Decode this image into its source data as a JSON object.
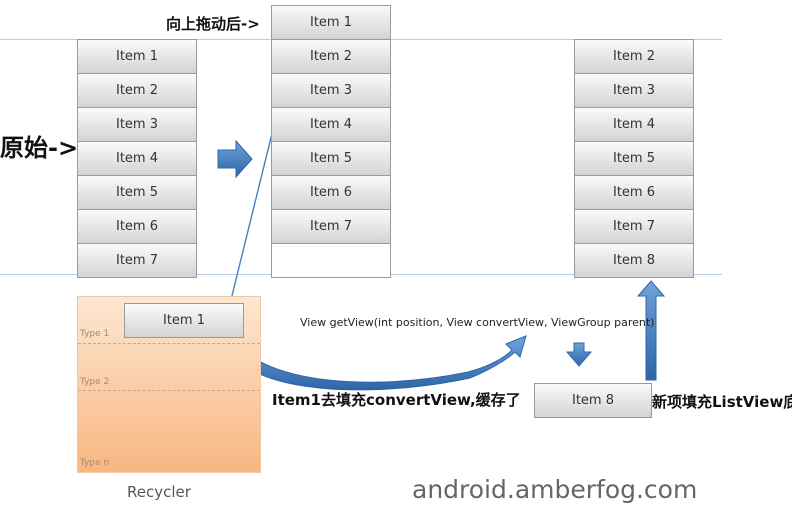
{
  "labels": {
    "drag_up": "向上拖动后->",
    "original": "原始->",
    "fill_convert_view": "Item1去填充convertView,缓存了",
    "new_item_bottom": "新项填充ListView底"
  },
  "lists": {
    "original": [
      "Item 1",
      "Item 2",
      "Item 3",
      "Item 4",
      "Item 5",
      "Item 6",
      "Item 7"
    ],
    "after_drag": [
      "Item 1",
      "Item 2",
      "Item 3",
      "Item 4",
      "Item 5",
      "Item 6",
      "Item 7",
      ""
    ],
    "final": [
      "Item 2",
      "Item 3",
      "Item 4",
      "Item 5",
      "Item 6",
      "Item 7",
      "Item 8"
    ]
  },
  "recycler": {
    "item": "Item 1",
    "types": [
      "Type 1",
      "Type 2",
      "Type n"
    ],
    "caption": "Recycler"
  },
  "signature": "View getView(int position, View convertView, ViewGroup parent)",
  "new_item": "Item 8",
  "watermark": "android.amberfog.com",
  "colors": {
    "arrow_blue": "#3f78b9",
    "recycler_orange": "#f8b681"
  }
}
